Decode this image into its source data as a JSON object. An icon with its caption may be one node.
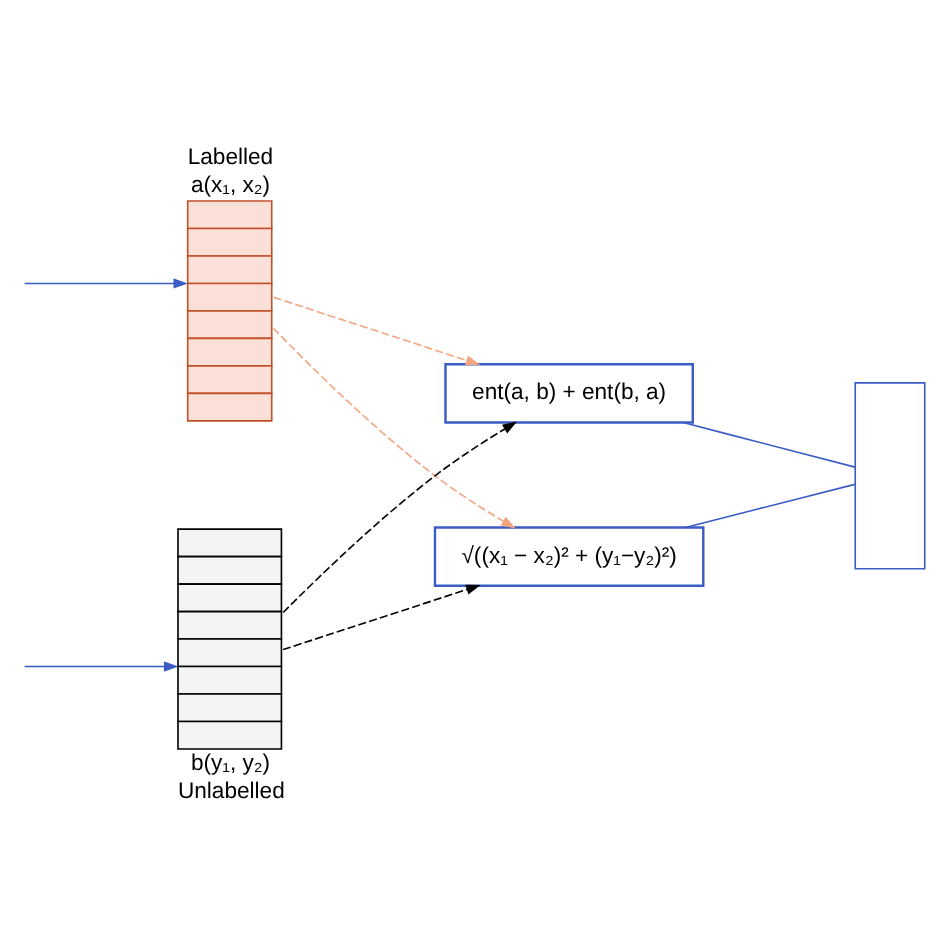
{
  "diagram": {
    "nodes": [
      {
        "text": [
          "Labelled",
          "a(x₁, x₂)"
        ]
      },
      {
        "text": [
          "b(y₁, y₂)",
          "Unlabelled"
        ]
      },
      {
        "text": [
          "ent(a, b) + ent(b, a)"
        ]
      },
      {
        "text": [
          "√((x₁ − x₂)² + (y₁−y₂)²)"
        ]
      },
      {
        "text": [],
        "shape": "box"
      }
    ],
    "edges": [
      {
        "from": null,
        "to": 0,
        "arrow": "to"
      },
      {
        "from": null,
        "to": 1,
        "arrow": "to"
      },
      {
        "from": 0,
        "to": 2,
        "arrow": "to",
        "style": "dashed",
        "color": "#f4a582"
      },
      {
        "from": 0,
        "to": 3,
        "arrow": "to",
        "style": "dashed",
        "color": "#f4a582"
      },
      {
        "from": 1,
        "to": 2,
        "arrow": "to",
        "style": "dashed",
        "color": "#000000"
      },
      {
        "from": 1,
        "to": 3,
        "arrow": "to",
        "style": "dashed",
        "color": "#000000"
      },
      {
        "from": 2,
        "to": 4,
        "arrow": "none"
      },
      {
        "from": 3,
        "to": 4,
        "arrow": "none"
      }
    ]
  }
}
